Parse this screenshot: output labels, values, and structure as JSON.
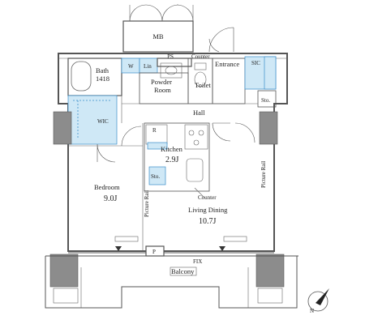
{
  "rooms": {
    "mb": "MB",
    "bath": "Bath",
    "bath_size": "1418",
    "w": "W",
    "lin": "Lin",
    "ps": "PS",
    "counter_top": "Counter",
    "powder_room_1": "Powder",
    "powder_room_2": "Room",
    "toilet": "Toilet",
    "entrance": "Entrance",
    "sic": "SIC",
    "sto_right": "Sto.",
    "hall": "Hall",
    "wic": "WIC",
    "r": "R",
    "kitchen": "Kitchen",
    "kitchen_size": "2.9J",
    "sto_kitchen": "Sto.",
    "bedroom": "Bedroom",
    "bedroom_size": "9.0J",
    "counter_kitchen": "Counter",
    "living": "Living Dining",
    "living_size": "10.7J",
    "picture_rail_left": "Picture Rail",
    "picture_rail_right": "Picture Rail",
    "p": "P",
    "fix": "FIX",
    "balcony": "Balcony"
  },
  "compass": {
    "north": "N"
  },
  "colors": {
    "accent_fill": "#cfe8f6",
    "accent_stroke": "#3a8ec9",
    "column": "#8c8c8c",
    "wall": "#555555"
  }
}
